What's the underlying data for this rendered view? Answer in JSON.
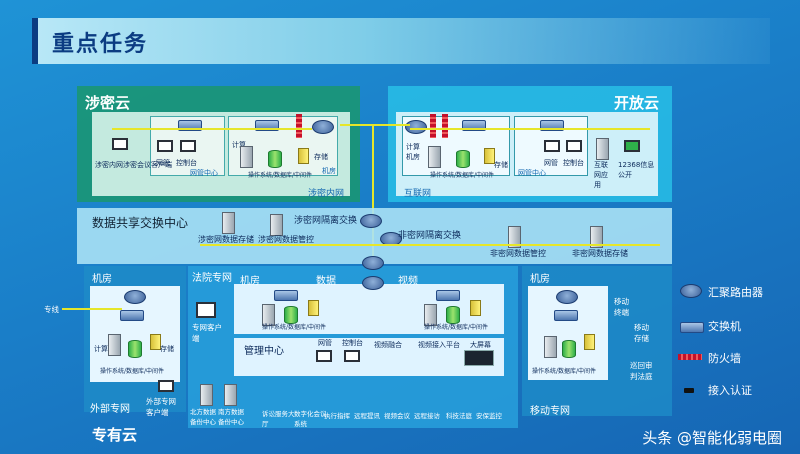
{
  "title": "重点任务",
  "zones": {
    "secret_cloud": "涉密云",
    "open_cloud": "开放云",
    "exchange_center": "数据共享交换中心",
    "private_cloud": "专有云"
  },
  "secret": {
    "client": "涉密内网涉密会议客户端",
    "nms": "网管中心",
    "nms_items": [
      "网管",
      "控制台"
    ],
    "compute": "计算",
    "storage": "存储",
    "room": "机房",
    "os_line": "操作系统/数据库/中间件",
    "net": "涉密内网"
  },
  "open": {
    "room": "机房",
    "compute": "计算",
    "storage": "存储",
    "os_line": "操作系统/数据库/中间件",
    "nms": "网管中心",
    "nms_items": [
      "网管",
      "控制台"
    ],
    "internet_app": "互联网应用",
    "public_12368": "12368信息公开",
    "net": "互联网"
  },
  "exchange": {
    "secret_iso": "涉密网隔离交换",
    "nonsecret_iso": "非密网隔离交换",
    "secret_storage": "涉密网数据存储",
    "secret_mgmt": "涉密网数据管控",
    "nonsecret_mgmt": "非密网数据管控",
    "nonsecret_storage": "非密网数据存储"
  },
  "private": {
    "room_left": "机房",
    "compute": "计算",
    "storage": "存储",
    "os_line": "操作系统/数据库/中间件",
    "ext_net": "外部专网",
    "ext_client": "外部专网客户端",
    "court_net": "法院专网",
    "room": "机房",
    "data": "数据",
    "video": "视频",
    "private_client": "专网客户端",
    "mgmt": "管理中心",
    "nms": "网管",
    "console": "控制台",
    "video_fusion": "视频融合",
    "video_access": "视频接入平台",
    "big_screen": "大屏幕",
    "backup": "北方数据备份中心",
    "south_backup": "南方数据备份中心",
    "litigation": "诉讼服务大厅",
    "digital": "数字化会议系统",
    "bottom_items": [
      "执行指挥",
      "远程提讯",
      "视频会议",
      "远程接访",
      "科技法庭",
      "安保监控"
    ],
    "mobile_net": "移动专网",
    "mobile_room": "机房",
    "mobile_terminal": "移动终端",
    "mobile_store": "移动存储",
    "patrol": "巡回审判法庭",
    "external": "专线"
  },
  "legend": {
    "router": "汇聚路由器",
    "switch": "交换机",
    "firewall": "防火墙",
    "auth": "接入认证"
  },
  "watermark": "头条 @智能化弱电圈"
}
